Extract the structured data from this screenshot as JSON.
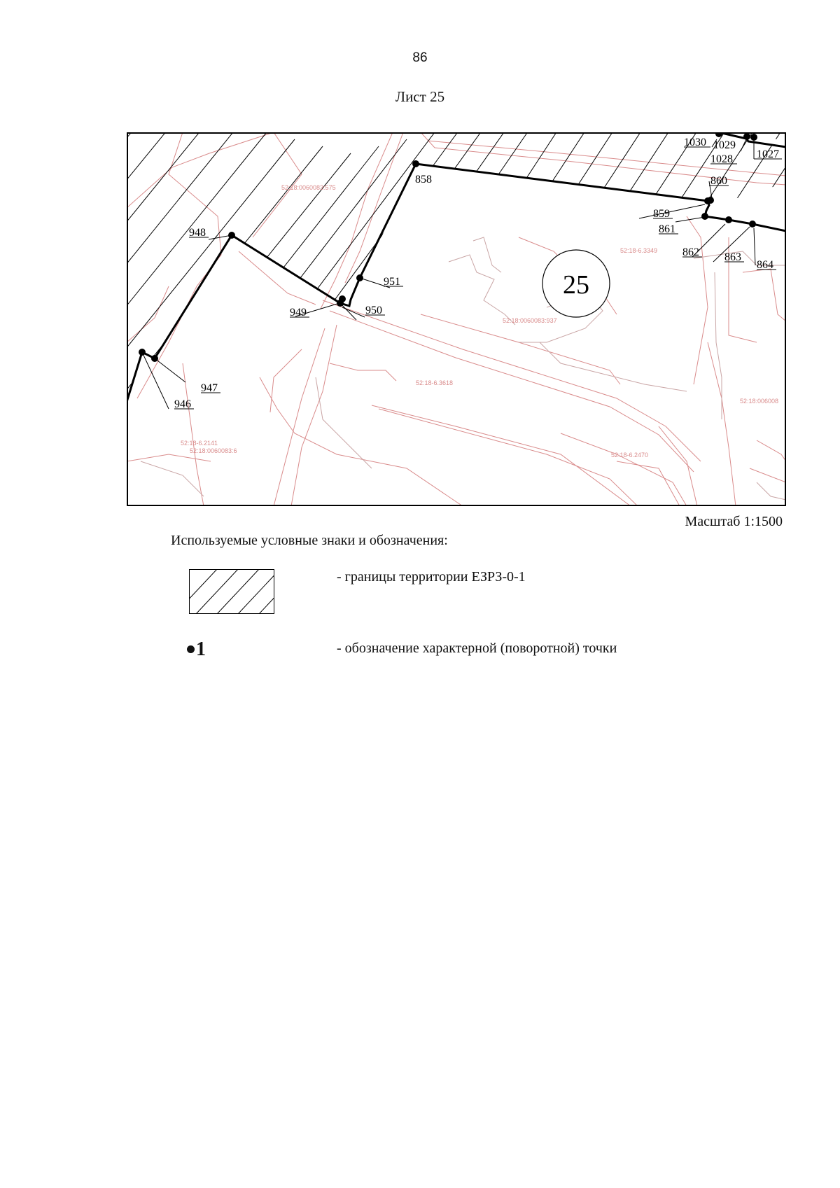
{
  "page_number": "86",
  "sheet_title": "Лист 25",
  "scale": "Масштаб 1:1500",
  "legend": {
    "title": "Используемые условные знаки и обозначения:",
    "hatch_desc": "- границы территории ЕЗРЗ-0-1",
    "point_symbol": "1",
    "point_desc": "- обозначение характерной (поворотной) точки"
  },
  "map": {
    "zone_number": "25",
    "points": {
      "p1030": "1030",
      "p1029": "1029",
      "p1028": "1028",
      "p1027": "1027",
      "p858": "858",
      "p860": "860",
      "p859": "859",
      "p861": "861",
      "p862": "862",
      "p863": "863",
      "p864": "864",
      "p948": "948",
      "p951": "951",
      "p949": "949",
      "p950": "950",
      "p947": "947",
      "p946": "946"
    },
    "cadastral": {
      "c1": "52:18:0060083:575",
      "c2": "52:18-6.3349",
      "c3": "52:18:0060083:937",
      "c4": "52:18-6.3618",
      "c5": "52:18:006008",
      "c6": "52:18-6.2470",
      "c7": "52:18-6.2141",
      "c8": "52:18:0060083:6"
    },
    "colors": {
      "base_lines": "#d98b8b",
      "boundary": "#000000",
      "hatch": "#000000"
    }
  }
}
